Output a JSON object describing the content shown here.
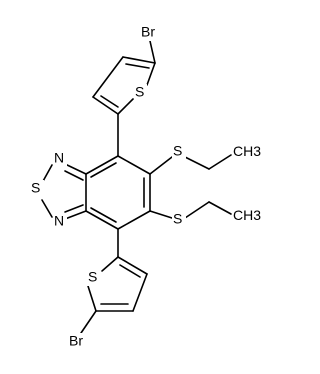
{
  "molecule": {
    "atoms": {
      "br_top": "Br",
      "s_top_thiophene": "S",
      "s_ethyl_1": "S",
      "ch3_1": "CH3",
      "s_ethyl_2": "S",
      "ch3_2": "CH3",
      "n_top": "N",
      "s_thiadiazole": "S",
      "n_bottom": "N",
      "s_bottom_thiophene": "S",
      "br_bottom": "Br"
    }
  }
}
